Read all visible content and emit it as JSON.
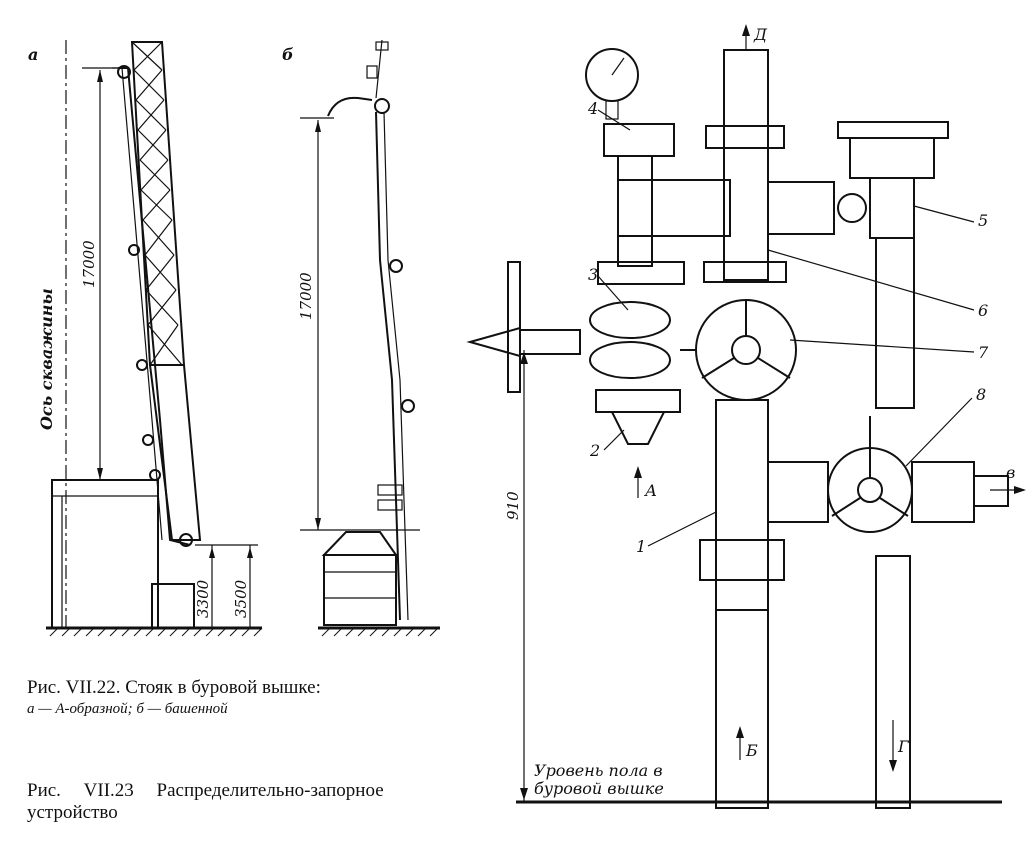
{
  "figure_a": {
    "label": "а",
    "axis_label": "Ось скважины",
    "dim_height": "17000",
    "dim_low1": "3300",
    "dim_low2": "3500"
  },
  "figure_b": {
    "label": "б",
    "dim_height": "17000"
  },
  "caption_22": {
    "title": "Рис. VII.22. Стояк в буровой вышке:",
    "subtitle": "а — А-образной; б — башенной"
  },
  "caption_23": {
    "line1": "Рис. VII.23 Распределительно-запорное",
    "line2": "устройство"
  },
  "figure_23": {
    "flow_top": "Д",
    "flow_a": "А",
    "flow_b": "Б",
    "flow_v": "в",
    "flow_g": "Г",
    "dim_height": "910",
    "floor_label_1": "Уровень пола в",
    "floor_label_2": "буровой вышке",
    "parts": [
      "1",
      "2",
      "3",
      "4",
      "5",
      "6",
      "7",
      "8"
    ]
  }
}
